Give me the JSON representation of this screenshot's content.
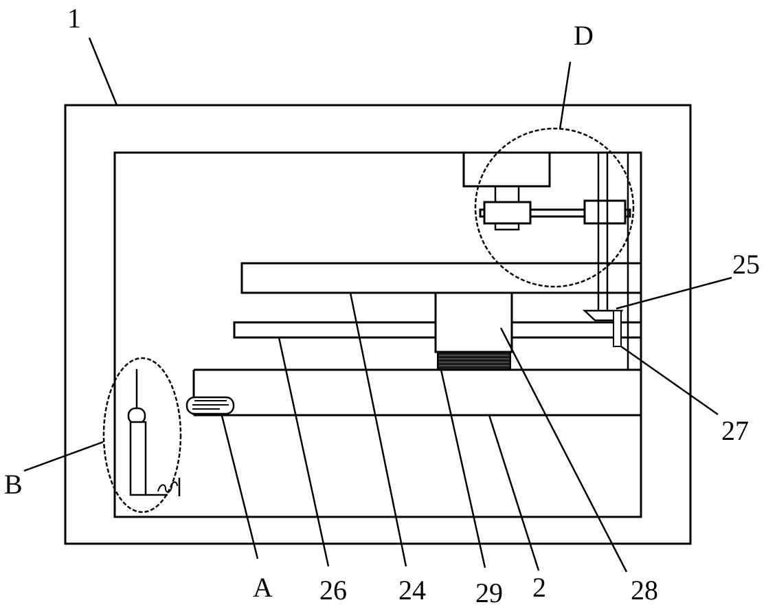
{
  "labels": {
    "housing": "1",
    "detail_d": "D",
    "part_25": "25",
    "part_27": "27",
    "detail_b": "B",
    "detail_a": "A",
    "part_26": "26",
    "part_24": "24",
    "part_29": "29",
    "part_2": "2",
    "part_28": "28"
  }
}
